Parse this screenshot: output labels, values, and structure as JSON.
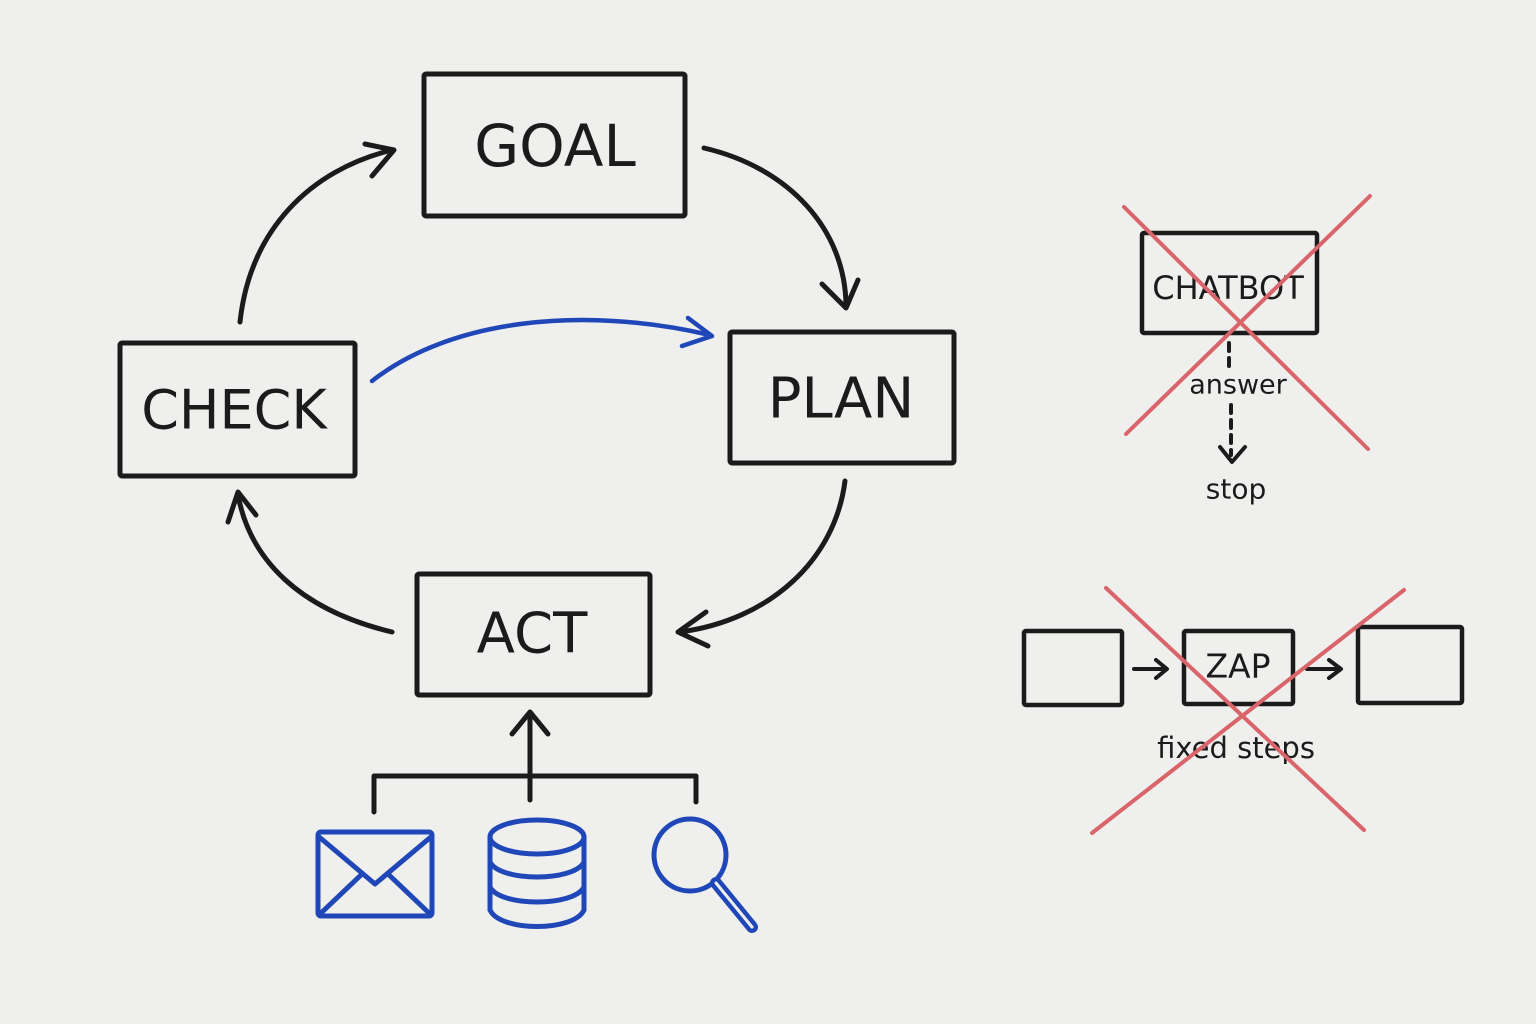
{
  "loop": {
    "goal": "GOAL",
    "plan": "PLAN",
    "act": "ACT",
    "check": "CHECK"
  },
  "tools": [
    {
      "icon": "envelope-icon"
    },
    {
      "icon": "database-icon"
    },
    {
      "icon": "magnifier-icon"
    }
  ],
  "chatbot": {
    "box": "CHATBOT",
    "step_label": "answer",
    "end_label": "stop"
  },
  "zap": {
    "box": "ZAP",
    "caption": "fixed steps"
  },
  "colors": {
    "ink": "#1b1b1b",
    "blue": "#1f47b8",
    "red": "#d9646a",
    "background": "#efefee"
  }
}
